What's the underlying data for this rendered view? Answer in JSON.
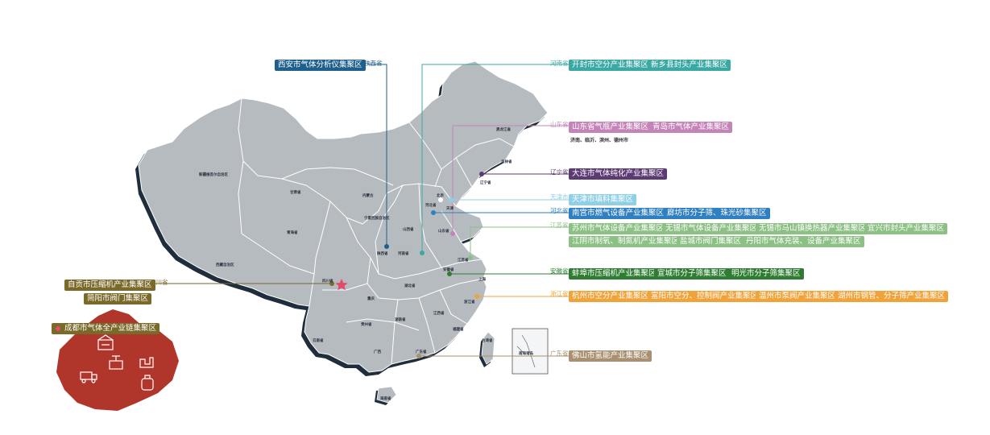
{
  "colors": {
    "map_fill": "#b6bbc0",
    "map_shadow": "#1f2d3d",
    "map_stroke": "#ffffff",
    "star": "#e24b6a",
    "sichuan_fill": "#b0352a",
    "shaanxi": "#1f5f8c",
    "henan": "#3aa8a3",
    "shandong": "#c584b8",
    "liaoning": "#5c3a73",
    "tianjin": "#8fd0e8",
    "hebei": "#2f7fc1",
    "jiangsu": "#8cc084",
    "anhui": "#2e7d32",
    "zhejiang": "#f0a33a",
    "guangdong": "#a89070",
    "sichuan_tag": "#7a6a2a"
  },
  "provinces_on_map": [
    "新疆维吾尔自治区",
    "西藏自治区",
    "青海省",
    "甘肃省",
    "内蒙古",
    "宁夏回族自治区",
    "陕西省",
    "山西省",
    "河南省",
    "湖北省",
    "四川省",
    "重庆",
    "贵州省",
    "云南省",
    "湖南省",
    "江西省",
    "广西",
    "广东省",
    "福建省",
    "浙江省",
    "上海",
    "江苏省",
    "安徽省",
    "山东省",
    "河北省",
    "北京",
    "天津",
    "辽宁省",
    "吉林省",
    "黑龙江省",
    "台湾省",
    "海南省",
    "南海诸岛"
  ],
  "provinces": {
    "shaanxi": {
      "label": "陕西省",
      "clusters": [
        "西安市气体分析仪集聚区"
      ]
    },
    "henan": {
      "label": "河南省",
      "clusters": [
        "开封市空分产业集聚区",
        "新乡县封头产业集聚区"
      ]
    },
    "shandong": {
      "label": "山东省",
      "clusters": [
        "山东省气瓶产业集聚区",
        "青岛市气体产业集聚区"
      ],
      "note": "济南、临沂、滨州、德州市"
    },
    "liaoning": {
      "label": "辽宁省",
      "clusters": [
        "大连市气体纯化产业集聚区"
      ]
    },
    "tianjin": {
      "label": "天津市",
      "clusters": [
        "天津市填料集聚区"
      ]
    },
    "hebei": {
      "label": "河北省",
      "clusters": [
        "南宫市燃气设备产业集聚区",
        "廊坊市分子筛、珠光砂集聚区"
      ]
    },
    "jiangsu": {
      "label": "江苏省",
      "clusters": [
        "苏州市气体设备产业集聚区",
        "无锡市气体设备产业集聚区",
        "无锡市马山镇换热器产业集聚区",
        "宜兴市封头产业集聚区",
        "江阴市制氧、制氮机产业集聚区",
        "盐城市阀门集聚区",
        "丹阳市气体充装、设备产业集聚区"
      ]
    },
    "anhui": {
      "label": "安徽省",
      "clusters": [
        "蚌埠市压缩机产业集聚区",
        "宣城市分子筛集聚区",
        "明光市分子筛集聚区"
      ]
    },
    "zhejiang": {
      "label": "浙江省",
      "clusters": [
        "杭州市空分产业集聚区",
        "富阳市空分、控制阀产业集聚区",
        "温州市泵阀产业集聚区",
        "湖州市钢管、分子筛产业集聚区"
      ]
    },
    "guangdong": {
      "label": "广东省",
      "clusters": [
        "佛山市氢能产业集聚区"
      ]
    },
    "sichuan": {
      "label": "四川省",
      "clusters": [
        "自贡市压缩机产业集聚区",
        "简阳市阀门集聚区"
      ]
    }
  },
  "chengdu": {
    "label": "成都市气体全产业链集聚区",
    "icons": [
      "factory-icon",
      "valve-icon",
      "truck-icon",
      "cylinder-icon",
      "plant-icon"
    ]
  }
}
